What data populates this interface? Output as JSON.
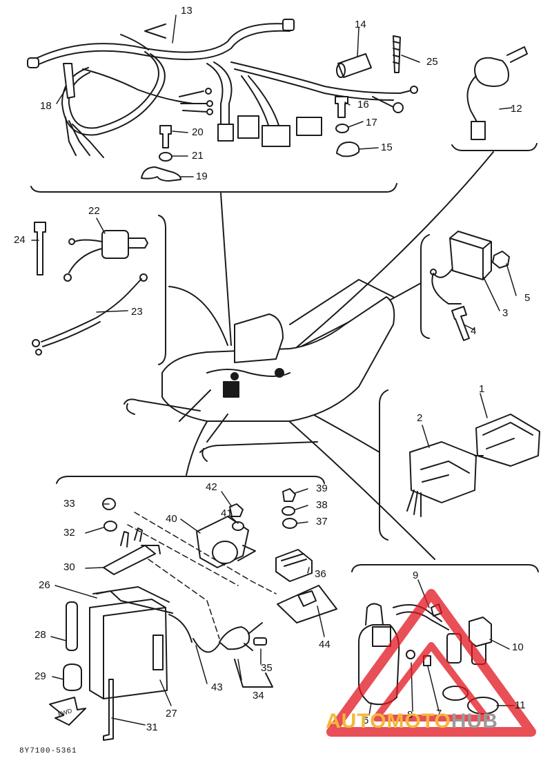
{
  "labels": {
    "n1": "1",
    "n2": "2",
    "n3": "3",
    "n4": "4",
    "n5": "5",
    "n6": "6",
    "n7": "7",
    "n8": "8",
    "n9": "9",
    "n10": "10",
    "n11": "11",
    "n12": "12",
    "n13": "13",
    "n14": "14",
    "n15": "15",
    "n16": "16",
    "n17": "17",
    "n18": "18",
    "n19": "19",
    "n20": "20",
    "n21": "21",
    "n22": "22",
    "n23": "23",
    "n24": "24",
    "n25": "25",
    "n26": "26",
    "n27": "27",
    "n28": "28",
    "n29": "29",
    "n30": "30",
    "n31": "31",
    "n32": "32",
    "n33": "33",
    "n34": "34",
    "n35": "35",
    "n36": "36",
    "n37": "37",
    "n38": "38",
    "n39": "39",
    "n40": "40",
    "n41": "41",
    "n42": "42",
    "n43": "43",
    "n44": "44"
  },
  "drawing_code": "8Y7100-5361",
  "fwd_arrow_text": "FWD",
  "watermark": {
    "part1": "AUTO",
    "part2": "MOTO",
    "part3": "HUB"
  },
  "colors": {
    "line": "#1a1a1a",
    "watermark_red": "#e0141e",
    "watermark_orange": "#f4b63b",
    "watermark_gray": "#9a9a9a"
  }
}
